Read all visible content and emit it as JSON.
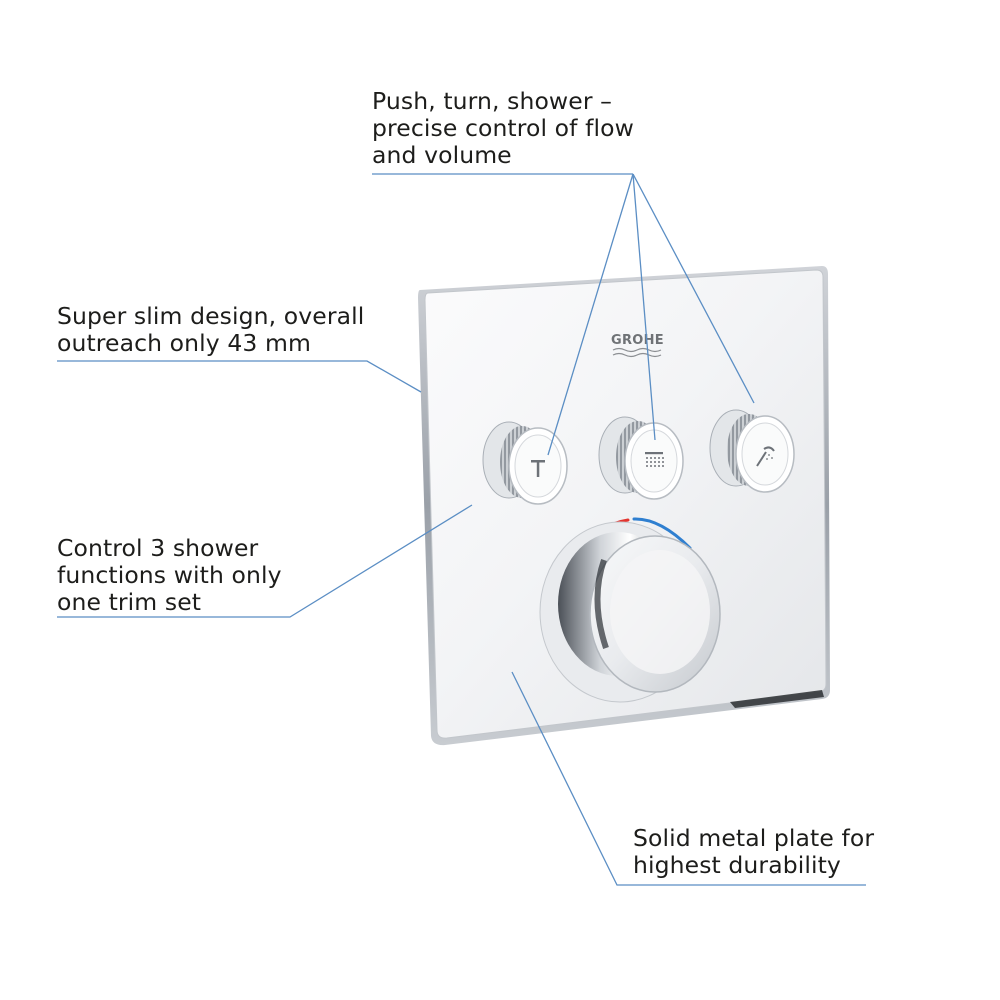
{
  "callouts": {
    "top": {
      "lines": [
        "Push, turn, shower –",
        "precise control of flow",
        "and volume"
      ]
    },
    "slim": {
      "lines": [
        "Super slim design, overall",
        "outreach only 43 mm"
      ]
    },
    "functions": {
      "lines": [
        "Control 3 shower",
        "functions with only",
        "one trim set"
      ]
    },
    "metal": {
      "lines": [
        "Solid metal plate for",
        "highest durability"
      ]
    }
  },
  "product": {
    "brand": "GROHE",
    "buttons": [
      {
        "icon": "tub-spout-icon"
      },
      {
        "icon": "rain-shower-icon"
      },
      {
        "icon": "hand-shower-icon"
      }
    ],
    "thermostat": {
      "icon": "thermostat-knob"
    }
  },
  "colors": {
    "leader_line": "#5b8ec4",
    "text": "#1d1d1b",
    "hot_mark": "#e3342f",
    "cold_mark": "#2f7fd0"
  }
}
